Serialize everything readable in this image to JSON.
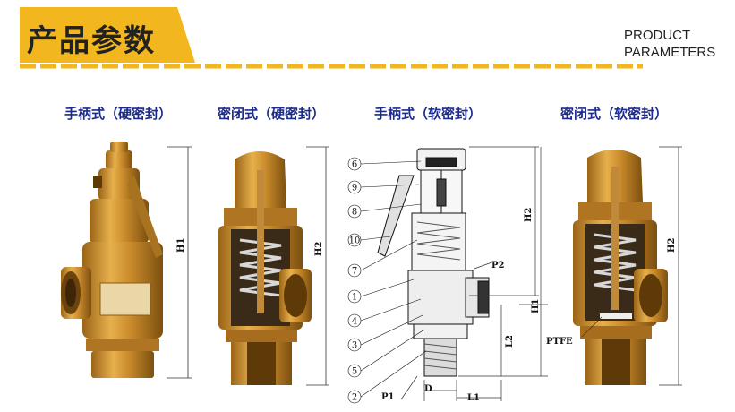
{
  "header": {
    "title": "产品参数",
    "subtitle_en_line1": "PRODUCT",
    "subtitle_en_line2": "PARAMETERS"
  },
  "columns": [
    {
      "title": "手柄式（硬密封）",
      "dimension": "H1"
    },
    {
      "title": "密闭式（硬密封）",
      "dimension": "H2"
    },
    {
      "title": "手柄式（软密封）",
      "dimension": "H2"
    },
    {
      "title": "密闭式（软密封）",
      "dimension": "H2"
    }
  ],
  "schematic": {
    "part_numbers": [
      "6",
      "9",
      "8",
      "10",
      "7",
      "1",
      "4",
      "3",
      "5",
      "2"
    ],
    "dimensions": {
      "top_height": "H2",
      "full_height": "H1",
      "lower_height": "L2",
      "outlet_port": "P2",
      "inlet_port": "P1",
      "diameter": "D",
      "length": "L1"
    }
  },
  "soft_seal_label": "PTFE",
  "colors": {
    "accent_yellow": "#f2b61e",
    "title_blue": "#1c2b8c",
    "brass": "#c98a2b",
    "brass_dark": "#8a5a14"
  }
}
